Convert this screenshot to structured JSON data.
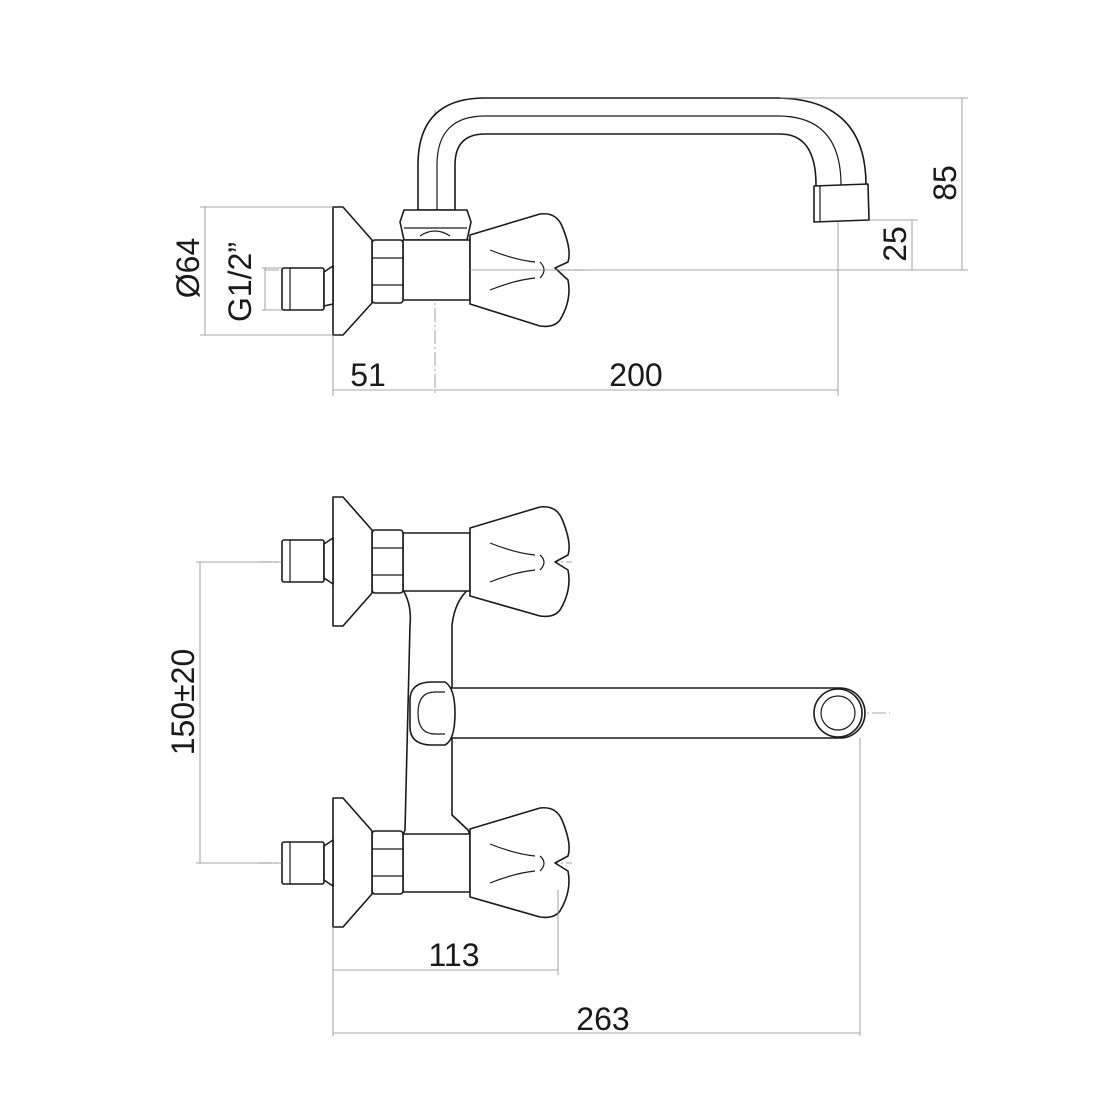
{
  "colors": {
    "line": "#1a1a1a",
    "dimension": "#8a8a8a",
    "background": "#ffffff"
  },
  "side_view": {
    "dim_overall_height": "85",
    "dim_spout_drop": "25",
    "dim_flange_diameter": "Ø64",
    "dim_thread": "G1/2”",
    "dim_wall_to_axis": "51",
    "dim_spout_reach": "200"
  },
  "front_view": {
    "dim_inlet_spacing": "150±20",
    "dim_handle_axis": "113",
    "dim_spout_length": "263"
  }
}
